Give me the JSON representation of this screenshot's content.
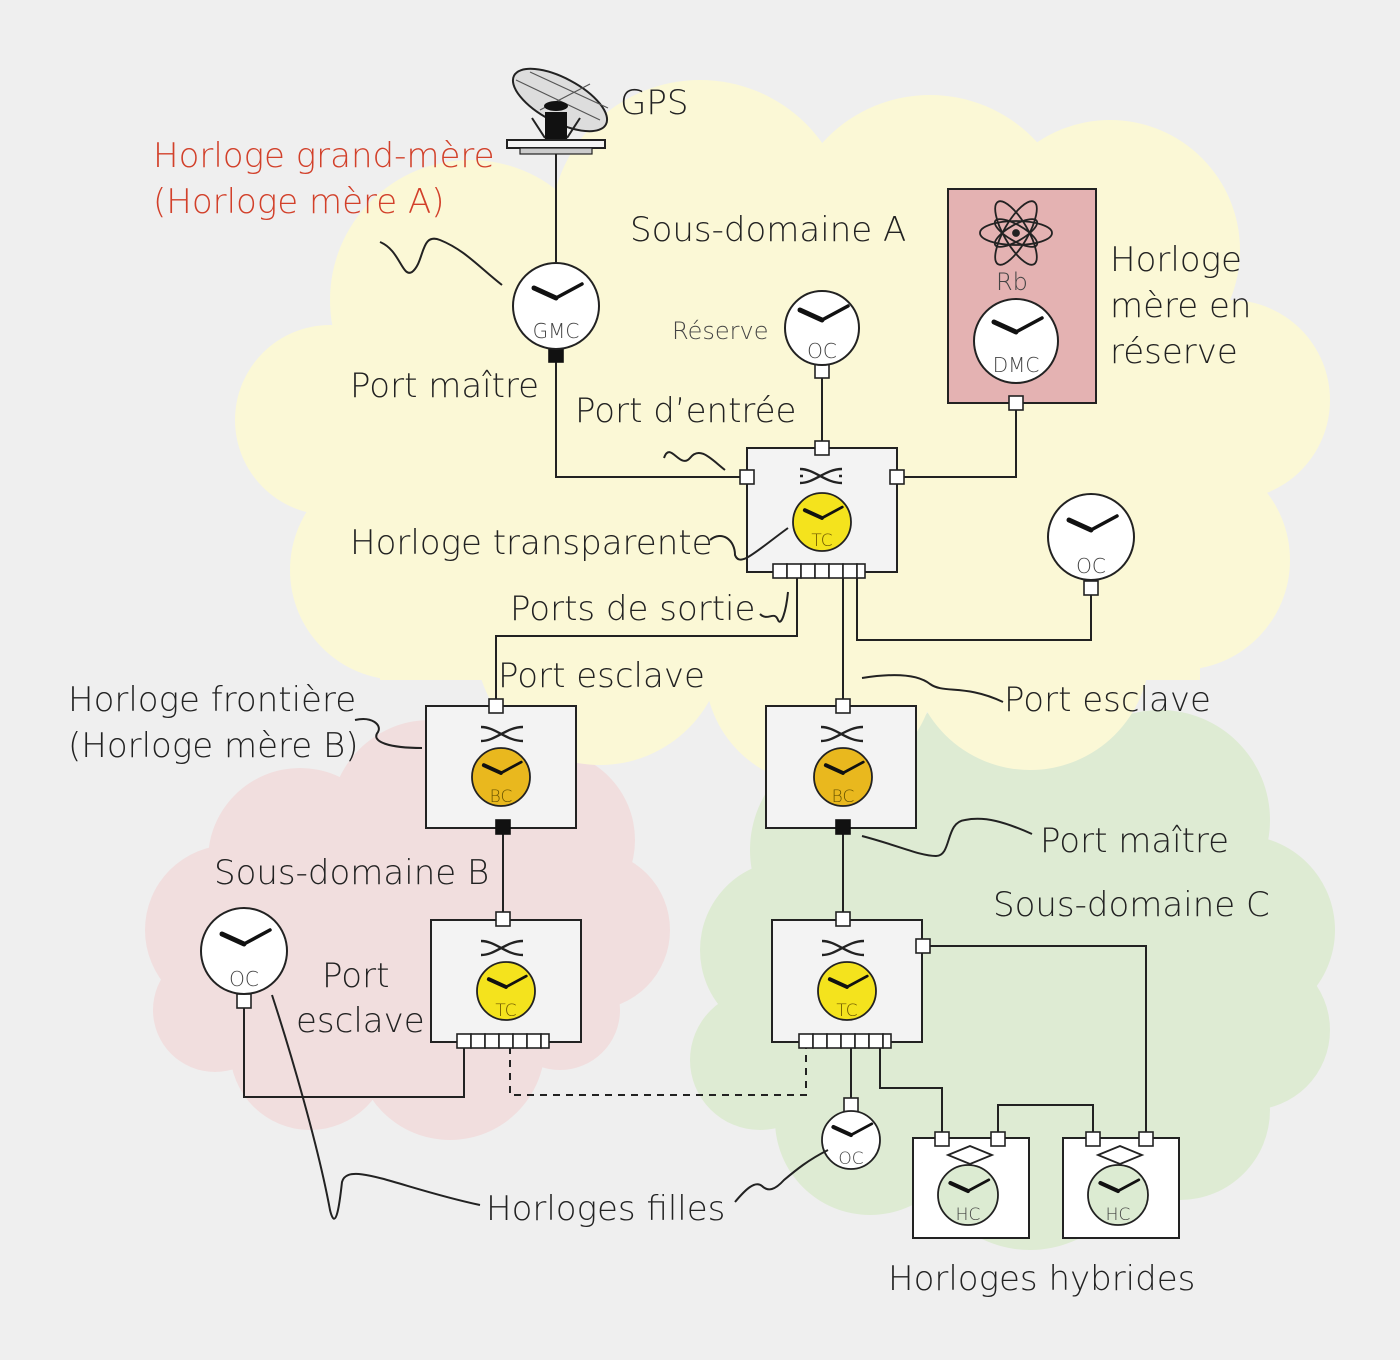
{
  "diagram": {
    "colors": {
      "background": "#efefef",
      "cloud_a": "#fbf8d6",
      "cloud_b": "#f1dede",
      "cloud_c": "#deebd3",
      "rb_box": "#e4b2b2",
      "accent_red": "#d2402a",
      "tc_yellow": "#f4e31d",
      "bc_yellow": "#e9b81e",
      "hc_green": "#dcebd2"
    },
    "labels": {
      "gps": "GPS",
      "grandmaster_line1": "Horloge grand-mère",
      "grandmaster_line2": "(Horloge mère A)",
      "subdomain_a": "Sous-domaine A",
      "backup_line1": "Horloge",
      "backup_line2": "mère en",
      "backup_line3": "réserve",
      "reserve": "Réserve",
      "port_maitre_a": "Port maître",
      "port_entree": "Port d’entrée",
      "horloge_transparente": "Horloge transparente",
      "ports_sortie": "Ports de sortie",
      "port_esclave_b": "Port esclave",
      "port_esclave_c": "Port esclave",
      "boundary_line1": "Horloge frontière",
      "boundary_line2": "(Horloge mère B)",
      "port_maitre_c": "Port maître",
      "subdomain_b": "Sous-domaine B",
      "subdomain_c": "Sous-domaine C",
      "port_esclave_tc_b_line1": "Port",
      "port_esclave_tc_b_line2": "esclave",
      "horloges_filles": "Horloges filles",
      "horloges_hybrides": "Horloges hybrides",
      "rb": "Rb"
    },
    "clocks": {
      "gmc": "GMC",
      "dmc": "DMC",
      "oc_reserve": "OC",
      "oc_a": "OC",
      "tc_a": "TC",
      "bc_b": "BC",
      "bc_c": "BC",
      "tc_b": "TC",
      "tc_c": "TC",
      "oc_b": "OC",
      "oc_c": "OC",
      "hc_1": "HC",
      "hc_2": "HC"
    }
  }
}
